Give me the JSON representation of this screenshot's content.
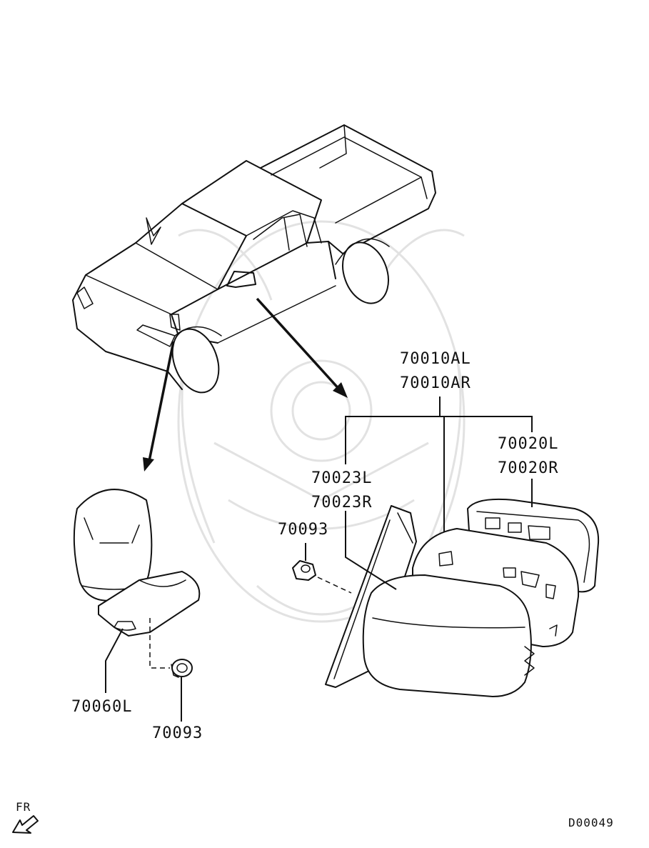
{
  "labels": {
    "mirror_assy_l": "70010AL",
    "mirror_assy_r": "70010AR",
    "cover_l": "70020L",
    "cover_r": "70020R",
    "glass_l": "70023L",
    "glass_r": "70023R",
    "clip_upper": "70093",
    "fender_mirror_l": "70060L",
    "clip_lower": "70093",
    "front_indicator": "FR",
    "diagram_code": "D00049"
  },
  "icons": {
    "front_arrow": "arrow-front-icon",
    "watermark": "samurai-helmet-watermark"
  },
  "colors": {
    "line": "#111111",
    "background": "#ffffff",
    "watermark": "#e2e2e2"
  }
}
